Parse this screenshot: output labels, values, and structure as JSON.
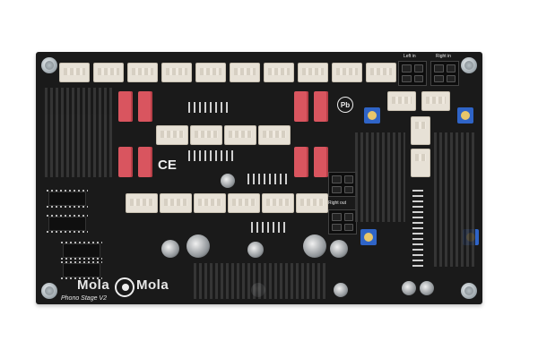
{
  "photo": {
    "subject": "Printed circuit board",
    "background_color": "#ffffff",
    "board_color": "#1a1a1a"
  },
  "silkscreen": {
    "brand_left": "Mola",
    "brand_right": "Mola",
    "product": "Phono Stage V2",
    "input_left": "Left in",
    "input_right": "Right in",
    "out_label": "Right out",
    "ce_mark": "CE",
    "lead_free": "Pb"
  },
  "colors": {
    "film_capacitor": "#d9555f",
    "trimmer_pot": "#2f64c7",
    "connector": "#e7e1d6",
    "silkscreen": "#e8e8e8"
  }
}
